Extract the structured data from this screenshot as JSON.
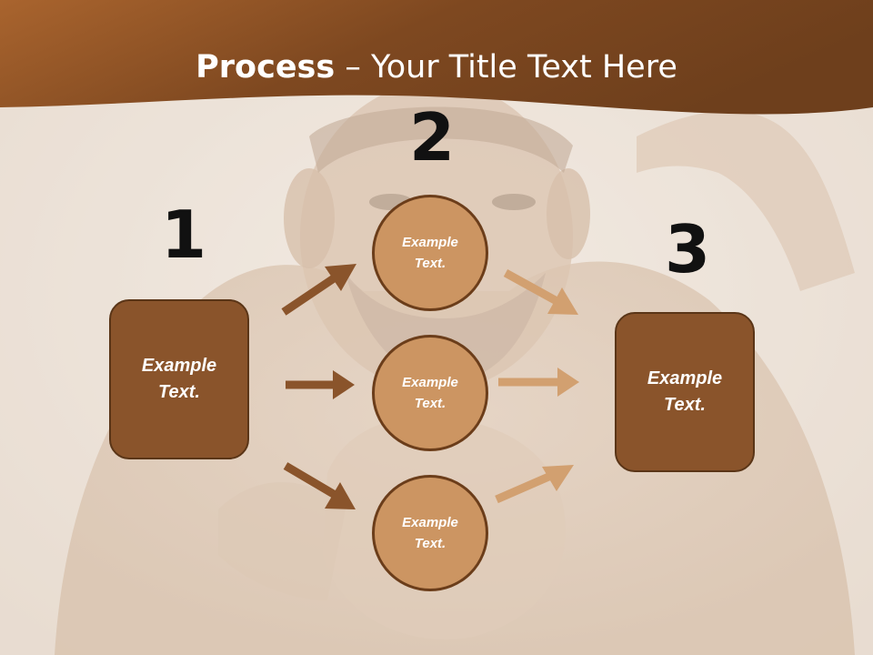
{
  "title": {
    "bold": "Process",
    "rest": " – Your Title Text Here"
  },
  "steps": {
    "one": "1",
    "two": "2",
    "three": "3"
  },
  "left_box": {
    "line1": "Example",
    "line2": "Text."
  },
  "right_box": {
    "line1": "Example",
    "line2": "Text."
  },
  "circles": [
    {
      "line1": "Example",
      "line2": "Text."
    },
    {
      "line1": "Example",
      "line2": "Text."
    },
    {
      "line1": "Example",
      "line2": "Text."
    }
  ],
  "colors": {
    "header": "#8a4e22",
    "box_fill": "#8a542b",
    "circle_fill": "#cc9562",
    "arrow_dark": "#8a542b",
    "arrow_light": "#d2a070"
  }
}
